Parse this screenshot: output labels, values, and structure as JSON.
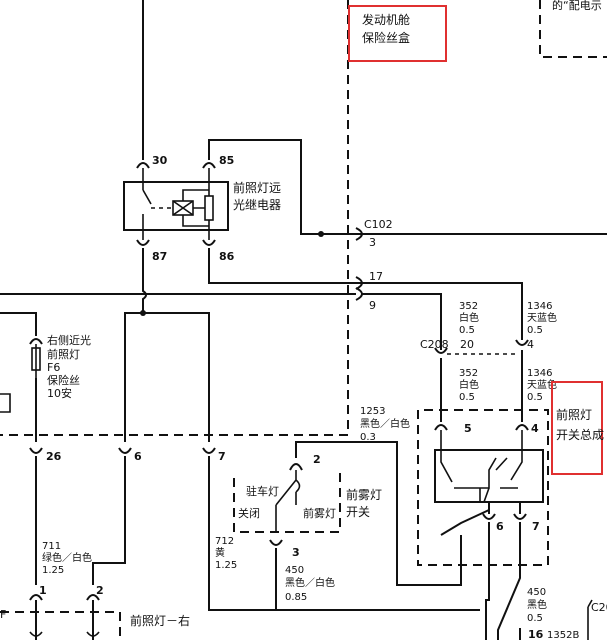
{
  "top_right_note": "的“配电示",
  "fuse_box": {
    "line1": "发动机舱",
    "line2": "保险丝盒"
  },
  "relay": {
    "line1": "前照灯远",
    "line2": "光继电器",
    "pins": {
      "p30": "30",
      "p85": "85",
      "p87": "87",
      "p86": "86"
    }
  },
  "c102": {
    "name": "C102",
    "pin3": "3",
    "pin17": "17",
    "pin9": "9"
  },
  "fuse_f6": {
    "line1": "右侧近光",
    "line2": "前照灯",
    "line3": "F6",
    "line4": "保险丝",
    "line5": "10安"
  },
  "lower_pins": {
    "p26": "26",
    "p6": "6",
    "p7": "7"
  },
  "wire_352_top": {
    "num": "352",
    "color": "白色",
    "gauge": "0.5"
  },
  "wire_1346_top": {
    "num": "1346",
    "color": "天蓝色",
    "gauge": "0.5"
  },
  "c208": {
    "name": "C208",
    "pin20": "20",
    "pin4": "4"
  },
  "wire_352_bot": {
    "num": "352",
    "color": "白色",
    "gauge": "0.5"
  },
  "wire_1346_bot": {
    "num": "1346",
    "color": "天蓝色",
    "gauge": "0.5"
  },
  "wire_1253": {
    "num": "1253",
    "color": "黑色／白色",
    "gauge": "0.3"
  },
  "headlamp_switch": {
    "line1": "前照灯",
    "line2": "开关总成",
    "pin5": "5",
    "pin4": "4",
    "pin6": "6",
    "pin7": "7"
  },
  "fog_switch": {
    "label1": "前雾灯",
    "label2": "开关",
    "park": "驻车灯",
    "off": "关闭",
    "fog": "前雾灯",
    "pin2": "2",
    "pin3": "3"
  },
  "wire_711": {
    "num": "711",
    "color": "绿色／白色",
    "gauge": "1.25"
  },
  "wire_712": {
    "num": "712",
    "color": "黄",
    "gauge": "1.25"
  },
  "wire_450_left": {
    "num": "450",
    "color": "黑色／白色",
    "gauge": "0.85"
  },
  "wire_450_right": {
    "num": "450",
    "color": "黑色",
    "gauge": "0.5"
  },
  "bottom_pins": {
    "p1": "1",
    "p2": "2",
    "p16": "16"
  },
  "headlamp_right": "前照灯－右",
  "wire_1352b": "1352B",
  "edge_text": {
    "c2": "C20",
    "f": "F"
  }
}
